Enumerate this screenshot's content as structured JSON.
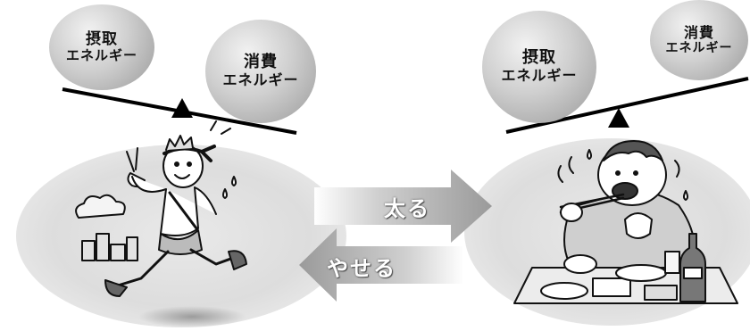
{
  "left_scale": {
    "intake_line1": "摂取",
    "intake_line2": "エネルギー",
    "consumption_line1": "消費",
    "consumption_line2": "エネルギー"
  },
  "right_scale": {
    "intake_line1": "摂取",
    "intake_line2": "エネルギー",
    "consumption_line1": "消費",
    "consumption_line2": "エネルギー"
  },
  "arrows": {
    "gain_label": "太る",
    "lose_label": "やせる"
  },
  "illustrations": {
    "left": "running-man-illustration",
    "right": "eating-man-illustration"
  }
}
